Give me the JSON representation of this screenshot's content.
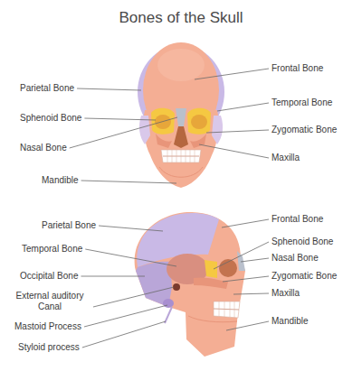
{
  "diagram": {
    "title": "Bones of the Skull",
    "labels": [
      "Parietal Bone",
      "Sphenoid Bone",
      "Nasal Bone",
      "Mandible",
      "Frontal Bone",
      "Temporal Bone",
      "Zygomatic Bone",
      "Maxilla",
      "Parietal Bone",
      "Temporal Bone",
      "Occipital Bone",
      "External auditory Canal",
      "Mastoid Process",
      "Styloid process",
      "Frontal Bone",
      "Sphenoid Bone",
      "Nasal Bone",
      "Zygomatic Bone",
      "Maxilla",
      "Mandible"
    ]
  }
}
